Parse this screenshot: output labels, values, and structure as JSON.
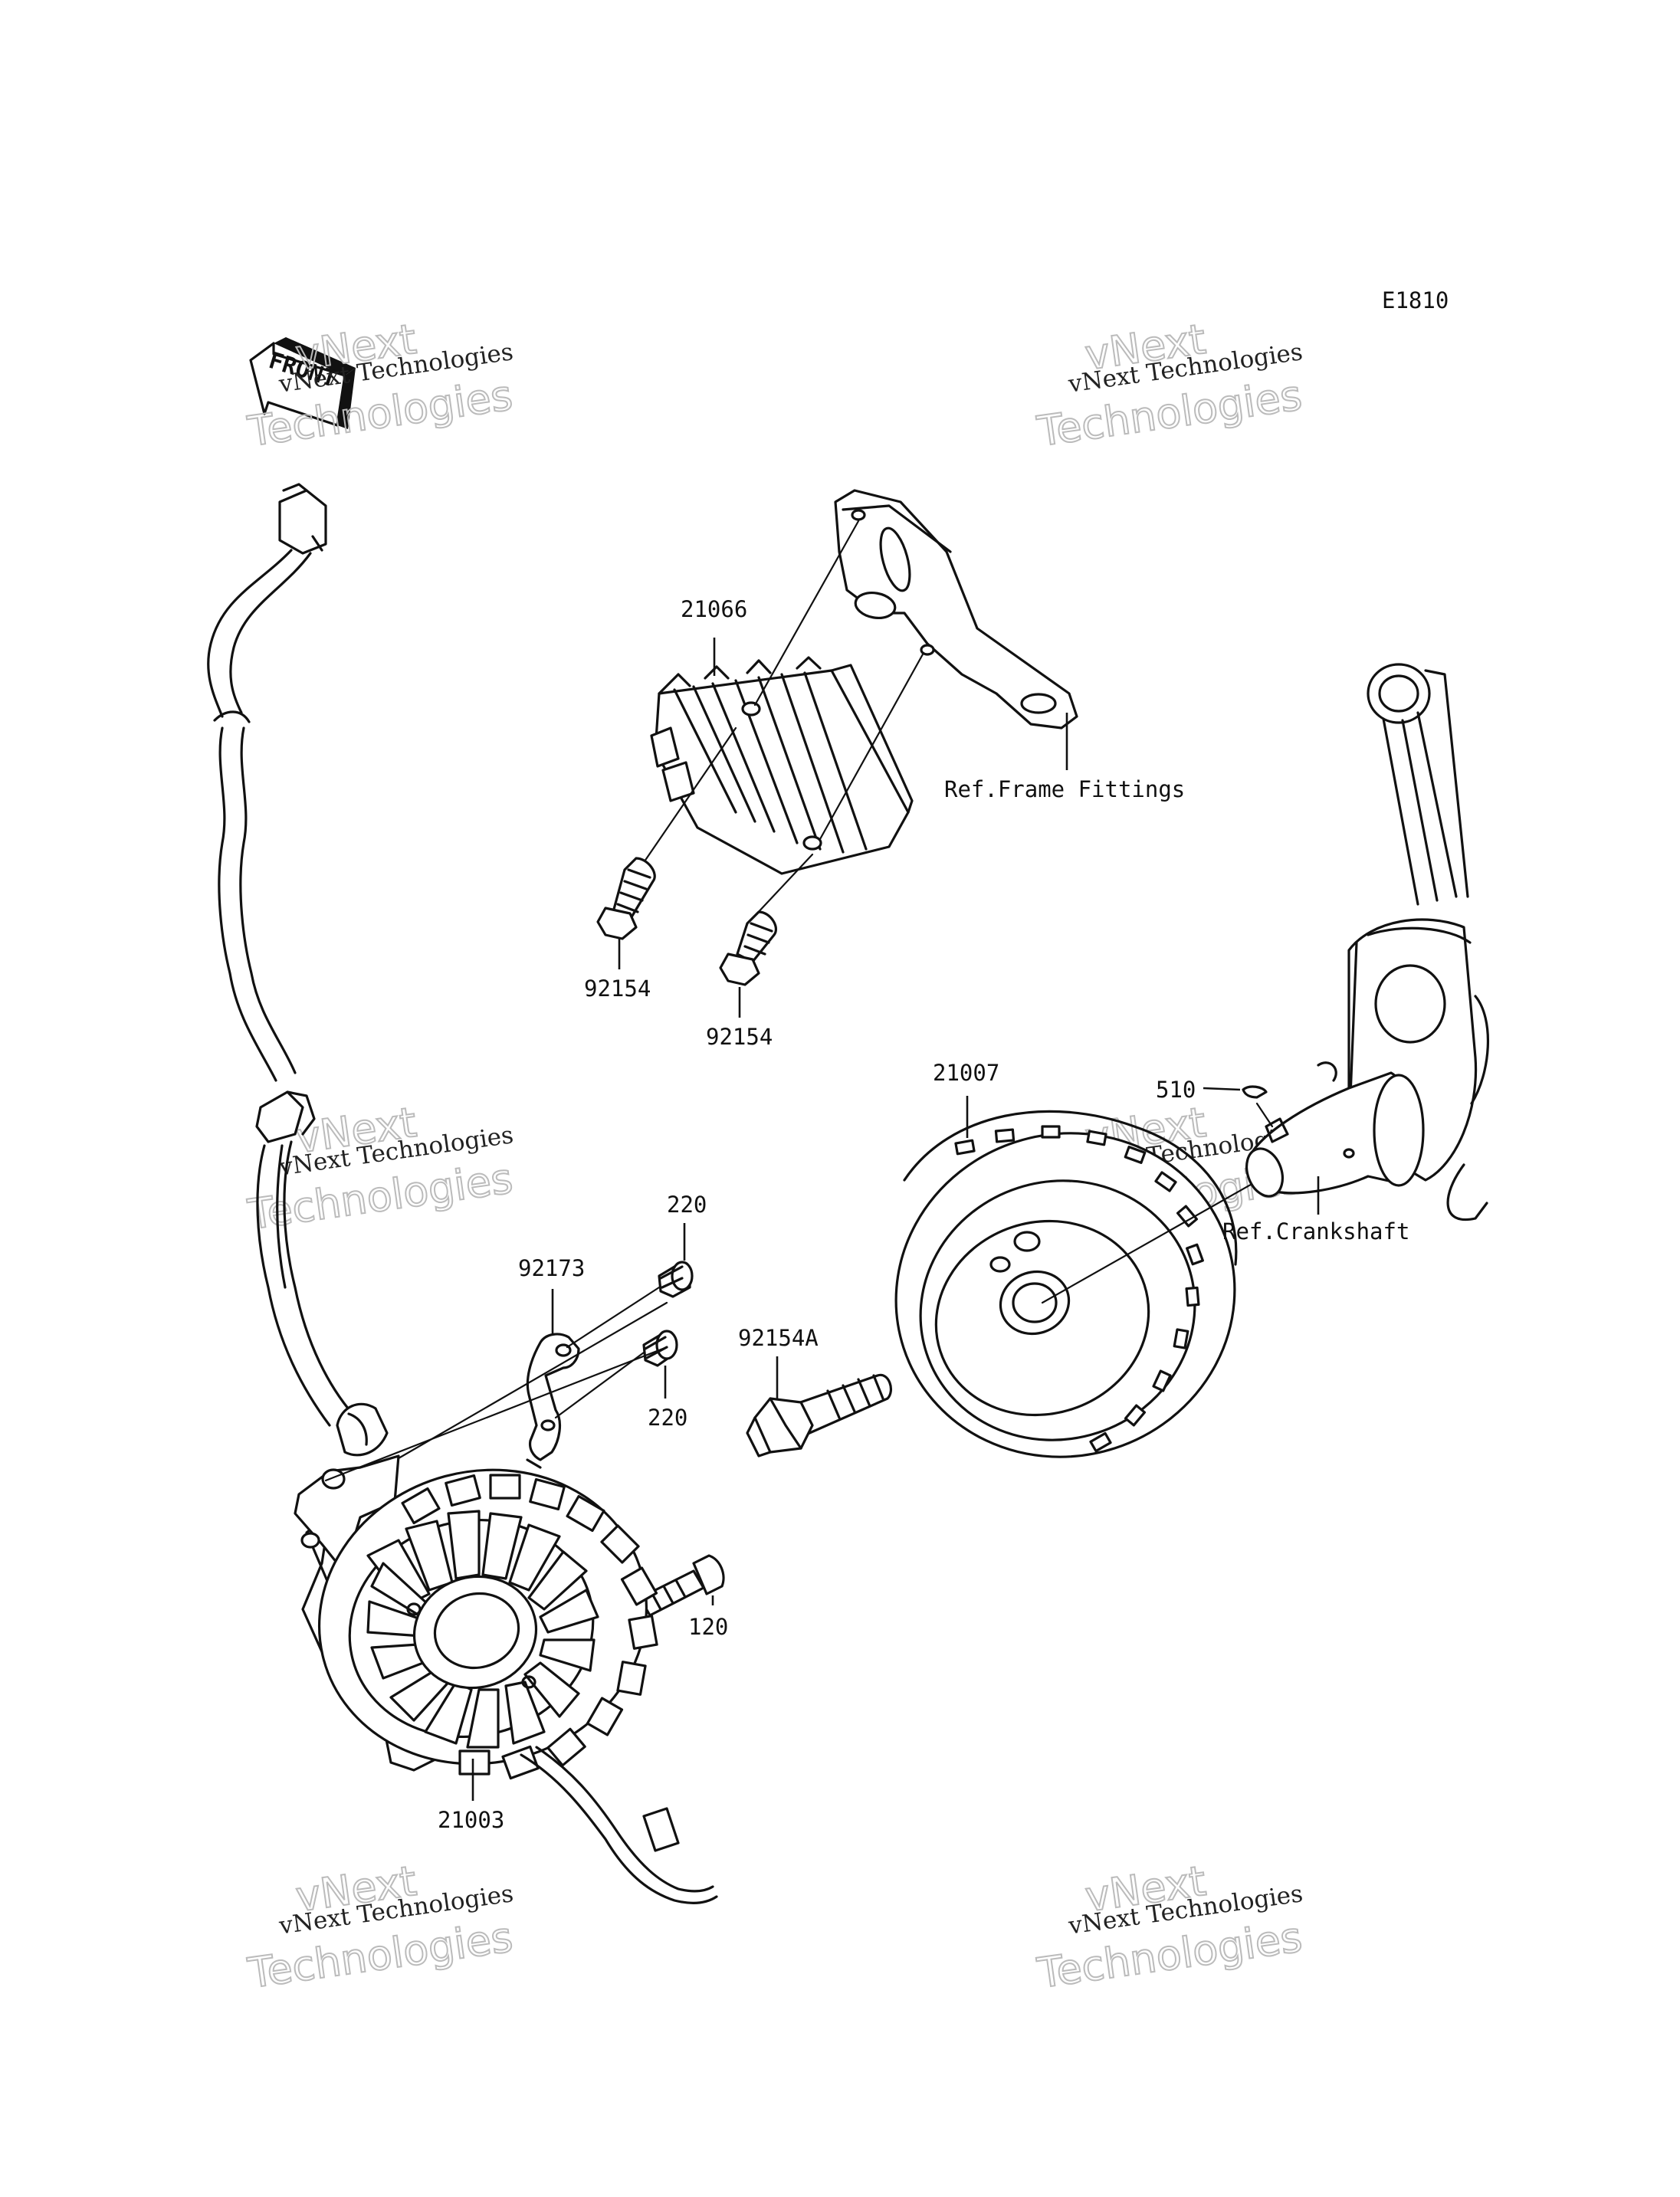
{
  "diagram_code": "E1810",
  "front_label": "FRONT",
  "watermark": {
    "line1": "vNext Technologies",
    "line2": "vNext Technologies"
  },
  "parts": {
    "regulator": "21066",
    "frame_ref": "Ref.Frame Fittings",
    "bolt_upper_left": "92154",
    "bolt_upper_right": "92154",
    "flywheel": "21007",
    "key": "510",
    "crank_ref": "Ref.Crankshaft",
    "clamp": "92173",
    "screw_top": "220",
    "screw_bottom": "220",
    "flywheel_bolt": "92154A",
    "stator_bolt": "120",
    "stator": "21003"
  }
}
